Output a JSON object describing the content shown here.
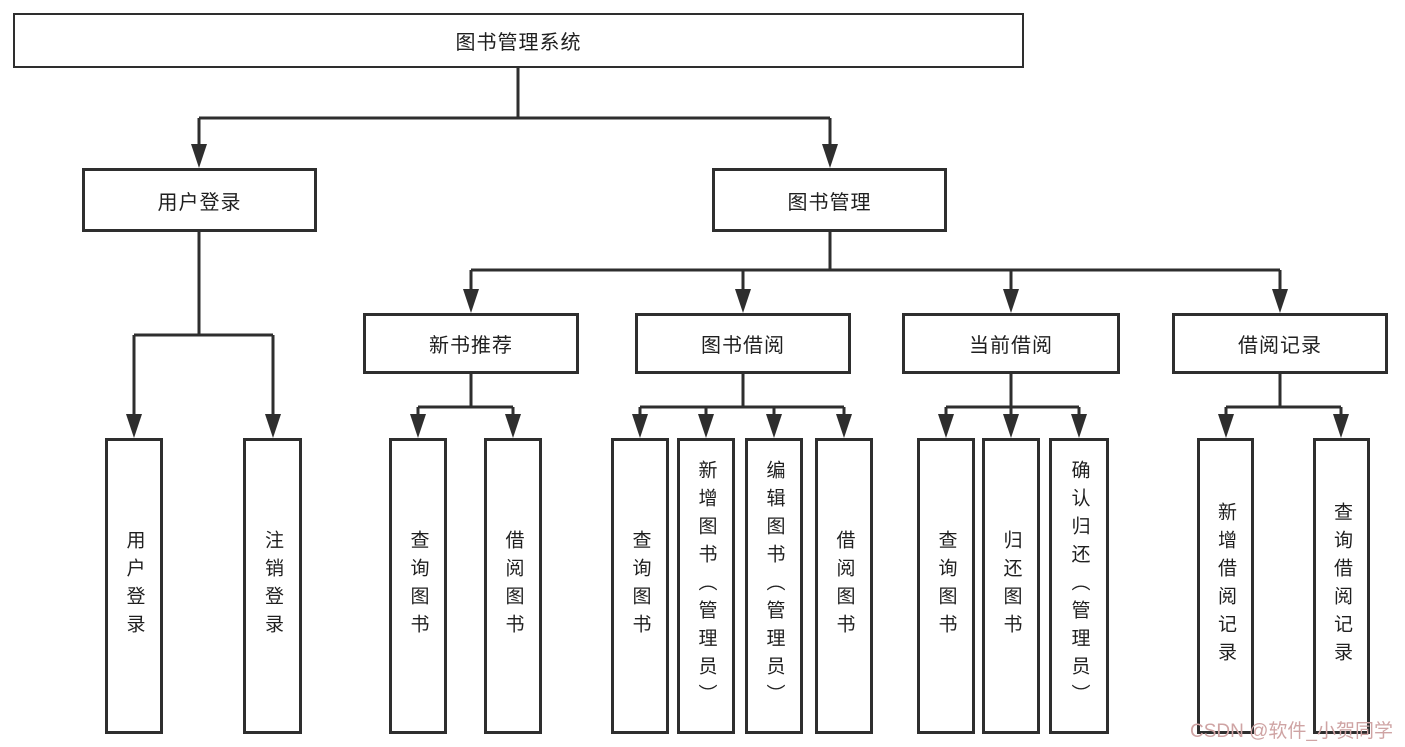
{
  "colors": {
    "line": "#2e2e2e",
    "box_border": "#2e2e2e",
    "text": "#1f1f1f",
    "background": "#ffffff",
    "watermark": "#cfa4a4"
  },
  "tree": {
    "root": "图书管理系统",
    "children": [
      {
        "label": "用户登录",
        "children": [
          "用户登录",
          "注销登录"
        ]
      },
      {
        "label": "图书管理",
        "children": [
          {
            "label": "新书推荐",
            "children": [
              "查询图书",
              "借阅图书"
            ]
          },
          {
            "label": "图书借阅",
            "children": [
              "查询图书",
              "新增图书（管理员）",
              "编辑图书（管理员）",
              "借阅图书"
            ]
          },
          {
            "label": "当前借阅",
            "children": [
              "查询图书",
              "归还图书",
              "确认归还（管理员）"
            ]
          },
          {
            "label": "借阅记录",
            "children": [
              "新增借阅记录",
              "查询借阅记录"
            ]
          }
        ]
      }
    ]
  },
  "watermark": {
    "text": "CSDN @软件_小贺同学"
  }
}
